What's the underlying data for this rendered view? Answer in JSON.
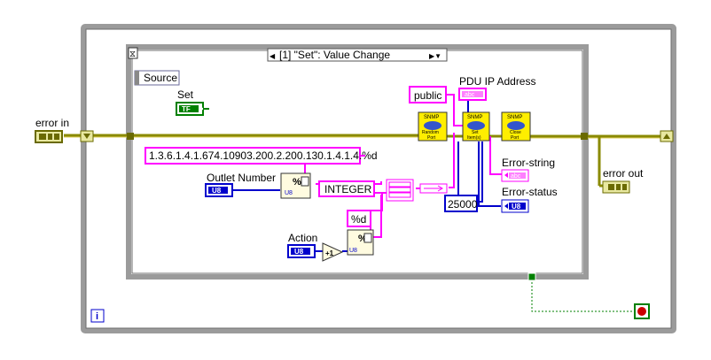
{
  "event_selector": {
    "label": "[1] \"Set\": Value Change",
    "left_arrow": "◀",
    "right_arrow": "▶▼"
  },
  "event_data_node": {
    "source_label": "Source"
  },
  "labels": {
    "error_in": "error in",
    "error_out": "error out",
    "set": "Set",
    "pdu_ip_address": "PDU IP Address",
    "outlet_number": "Outlet Number",
    "action": "Action",
    "error_string": "Error-string",
    "error_status": "Error-status"
  },
  "constants": {
    "oid_format": "1.3.6.1.4.1.674.10903.200.2.200.130.1.4.1.4.%d",
    "community": "public",
    "type": "INTEGER",
    "format": "%d",
    "timeout": "25000"
  },
  "terminals": {
    "set_value": "TF",
    "pdu_ip": "abc",
    "error_string": "abc",
    "error_status": "U8",
    "outlet_number": "U8",
    "action": "U8",
    "increment": "+1"
  },
  "subvis": {
    "open_port": [
      "SNMP",
      "Random",
      "Port"
    ],
    "set_items": [
      "SNMP",
      "Set",
      "Item(s)"
    ],
    "close_port": [
      "SNMP",
      "Close",
      "Port"
    ]
  },
  "format_nodes": {
    "format_into_string": "%",
    "u8_tag": "U8"
  },
  "structure": {
    "info_glyph": "i",
    "timeout_glyph": "⧖"
  },
  "colors": {
    "error_cluster": "#8a8a00",
    "string_wire": "#ff00ff",
    "numeric_wire": "#0000cc",
    "boolean_wire": "#008000",
    "structure_frame": "#9b9b9b",
    "case_frame": "#b0b0b0",
    "subvi_yellow": "#ffee00"
  }
}
